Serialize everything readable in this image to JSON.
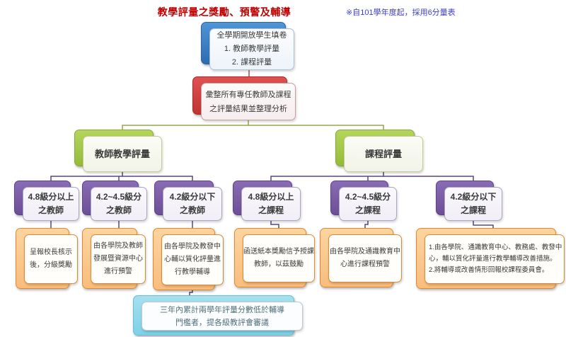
{
  "title": "教學評量之獎勵、預警及輔導",
  "note": "※自101學年度起，採用6分量表",
  "colors": {
    "title_red": "#c00000",
    "note_blue": "#3d3dc2",
    "box_blue": "#3a7cc4",
    "box_red": "#cf3a3a",
    "box_green": "#a3c94e",
    "box_purple": "#7a5ba5",
    "box_orange": "#e8943f",
    "box_cyan": "#8ed9eb",
    "connector_red": "#b94a48",
    "connector_olive": "#94a94d",
    "connector_purple": "#5a4778"
  },
  "nodes": {
    "survey": {
      "lines": [
        "全學期開放學生填卷",
        "1. 教師教學評量",
        "2. 課程評量"
      ]
    },
    "aggregate": {
      "lines": [
        "彙整所有專任教師及課程",
        "之評量結果並整理分析"
      ]
    },
    "teacher_eval": {
      "label": "教師教學評量"
    },
    "course_eval": {
      "label": "課程評量"
    },
    "teacher_levels": [
      {
        "lines": [
          "4.8級分以上",
          "之教師"
        ]
      },
      {
        "lines": [
          "4.2~4.5級分",
          "之教師"
        ]
      },
      {
        "lines": [
          "4.2級分以下",
          "之教師"
        ]
      }
    ],
    "teacher_actions": [
      {
        "lines": [
          "呈報校長核示",
          "後，分級獎勵"
        ]
      },
      {
        "lines": [
          "由各學院及教師",
          "發展暨資源中心",
          "進行預警"
        ]
      },
      {
        "lines": [
          "由各學院及教發中",
          "心輔以質化評量進",
          "行教學輔導"
        ]
      }
    ],
    "course_levels": [
      {
        "lines": [
          "4.8級分以上",
          "之課程"
        ]
      },
      {
        "lines": [
          "4.2~4.5級分",
          "之課程"
        ]
      },
      {
        "lines": [
          "4.2級分以下",
          "之課程"
        ]
      }
    ],
    "course_actions": [
      {
        "lines": [
          "函送紙本獎勵信予授課",
          "教師，以茲鼓勵"
        ]
      },
      {
        "lines": [
          "由各學院及通識教育中",
          "心進行課程預警"
        ]
      },
      {
        "lines": [
          "1.由各學院、通識教育中心、教務處、教發中",
          "心，輔以質化評量進行教學輔導改善措施。",
          "2.將輔導或改善情形回報校課程委員會。"
        ]
      }
    ],
    "followup": {
      "lines": [
        "三年內累計兩學年評量分數低於輔導",
        "門檻者，提各級教評會審議"
      ]
    }
  }
}
